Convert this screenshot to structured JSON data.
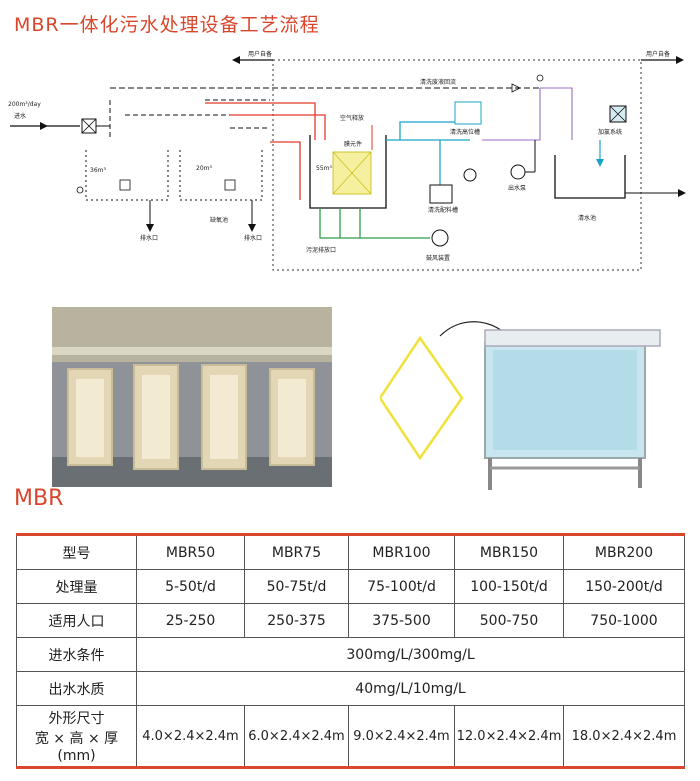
{
  "page_title": "MBR一体化污水处理设备工艺流程",
  "section_label": "MBR",
  "flow": {
    "inflow_rate": "200m³/day",
    "inflow": "进水",
    "user_owned_1": "用户自备",
    "user_owned_2": "用户自备",
    "wash_reflux": "清洗废液回流",
    "air_release": "空气释放",
    "membrane_module": "膜元件",
    "wash_tank_high": "清洗高位槽",
    "wash_prep_tank": "清洗配料槽",
    "outlet_pump": "出水泵",
    "chlorination": "加氯系统",
    "clear_tank": "清水池",
    "tank1_volume": "36m³",
    "tank2_volume": "20m³",
    "tank3_volume": "55m³",
    "anoxic_tank": "缺氧池",
    "drain_1": "排水口",
    "drain_2": "排水口",
    "sludge_drain": "污泥排放口",
    "blower": "鼓风装置"
  },
  "table": {
    "header": {
      "label": "型号",
      "models": [
        "MBR50",
        "MBR75",
        "MBR100",
        "MBR150",
        "MBR200"
      ]
    },
    "capacity": {
      "label": "处理量",
      "values": [
        "5-50t/d",
        "50-75t/d",
        "75-100t/d",
        "100-150t/d",
        "150-200t/d"
      ]
    },
    "population": {
      "label": "适用人口",
      "values": [
        "25-250",
        "250-375",
        "375-500",
        "500-750",
        "750-1000"
      ]
    },
    "inflow_cond": {
      "label": "进水条件",
      "value": "300mg/L/300mg/L"
    },
    "outflow_quality": {
      "label": "出水水质",
      "value": "40mg/L/10mg/L"
    },
    "dimensions": {
      "label_line1": "外形尺寸",
      "label_line2": "宽 × 高 × 厚",
      "label_line3": "(mm)",
      "values": [
        "4.0×2.4×2.4m",
        "6.0×2.4×2.4m",
        "9.0×2.4×2.4m",
        "12.0×2.4×2.4m",
        "18.0×2.4×2.4m"
      ]
    }
  },
  "colors": {
    "accent": "#d9462c",
    "pipe_red": "#e03a2a",
    "pipe_teal": "#1aa3c8",
    "pipe_green": "#2e9e4a",
    "pipe_purple": "#9b6fc4"
  }
}
